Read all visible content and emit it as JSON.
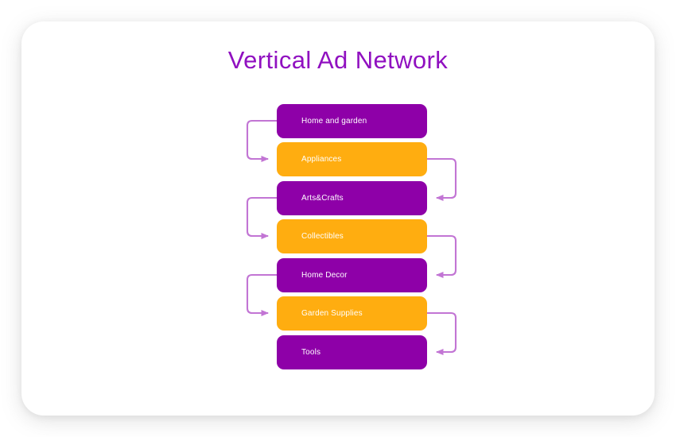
{
  "page": {
    "background_color": "#ffffff",
    "card_background": "#ffffff"
  },
  "header": {
    "title": "Vertical Ad Network",
    "title_color": "#9010c0"
  },
  "diagram": {
    "type": "zigzag-flow",
    "colors": {
      "purple": "#8e00a8",
      "orange": "#ffad10",
      "connector": "#c275d4",
      "label": "#ffffff"
    },
    "nodes": [
      {
        "label": "Home and garden",
        "color": "purple"
      },
      {
        "label": "Appliances",
        "color": "orange"
      },
      {
        "label": "Arts&Crafts",
        "color": "purple"
      },
      {
        "label": "Collectibles",
        "color": "orange"
      },
      {
        "label": "Home Decor",
        "color": "purple"
      },
      {
        "label": "Garden Supplies",
        "color": "orange"
      },
      {
        "label": "Tools",
        "color": "purple"
      }
    ],
    "connectors": [
      {
        "from": "Home and garden",
        "to": "Appliances",
        "side": "left"
      },
      {
        "from": "Appliances",
        "to": "Arts&Crafts",
        "side": "right"
      },
      {
        "from": "Arts&Crafts",
        "to": "Collectibles",
        "side": "left"
      },
      {
        "from": "Collectibles",
        "to": "Home Decor",
        "side": "right"
      },
      {
        "from": "Home Decor",
        "to": "Garden Supplies",
        "side": "left"
      },
      {
        "from": "Garden Supplies",
        "to": "Tools",
        "side": "right"
      }
    ]
  }
}
